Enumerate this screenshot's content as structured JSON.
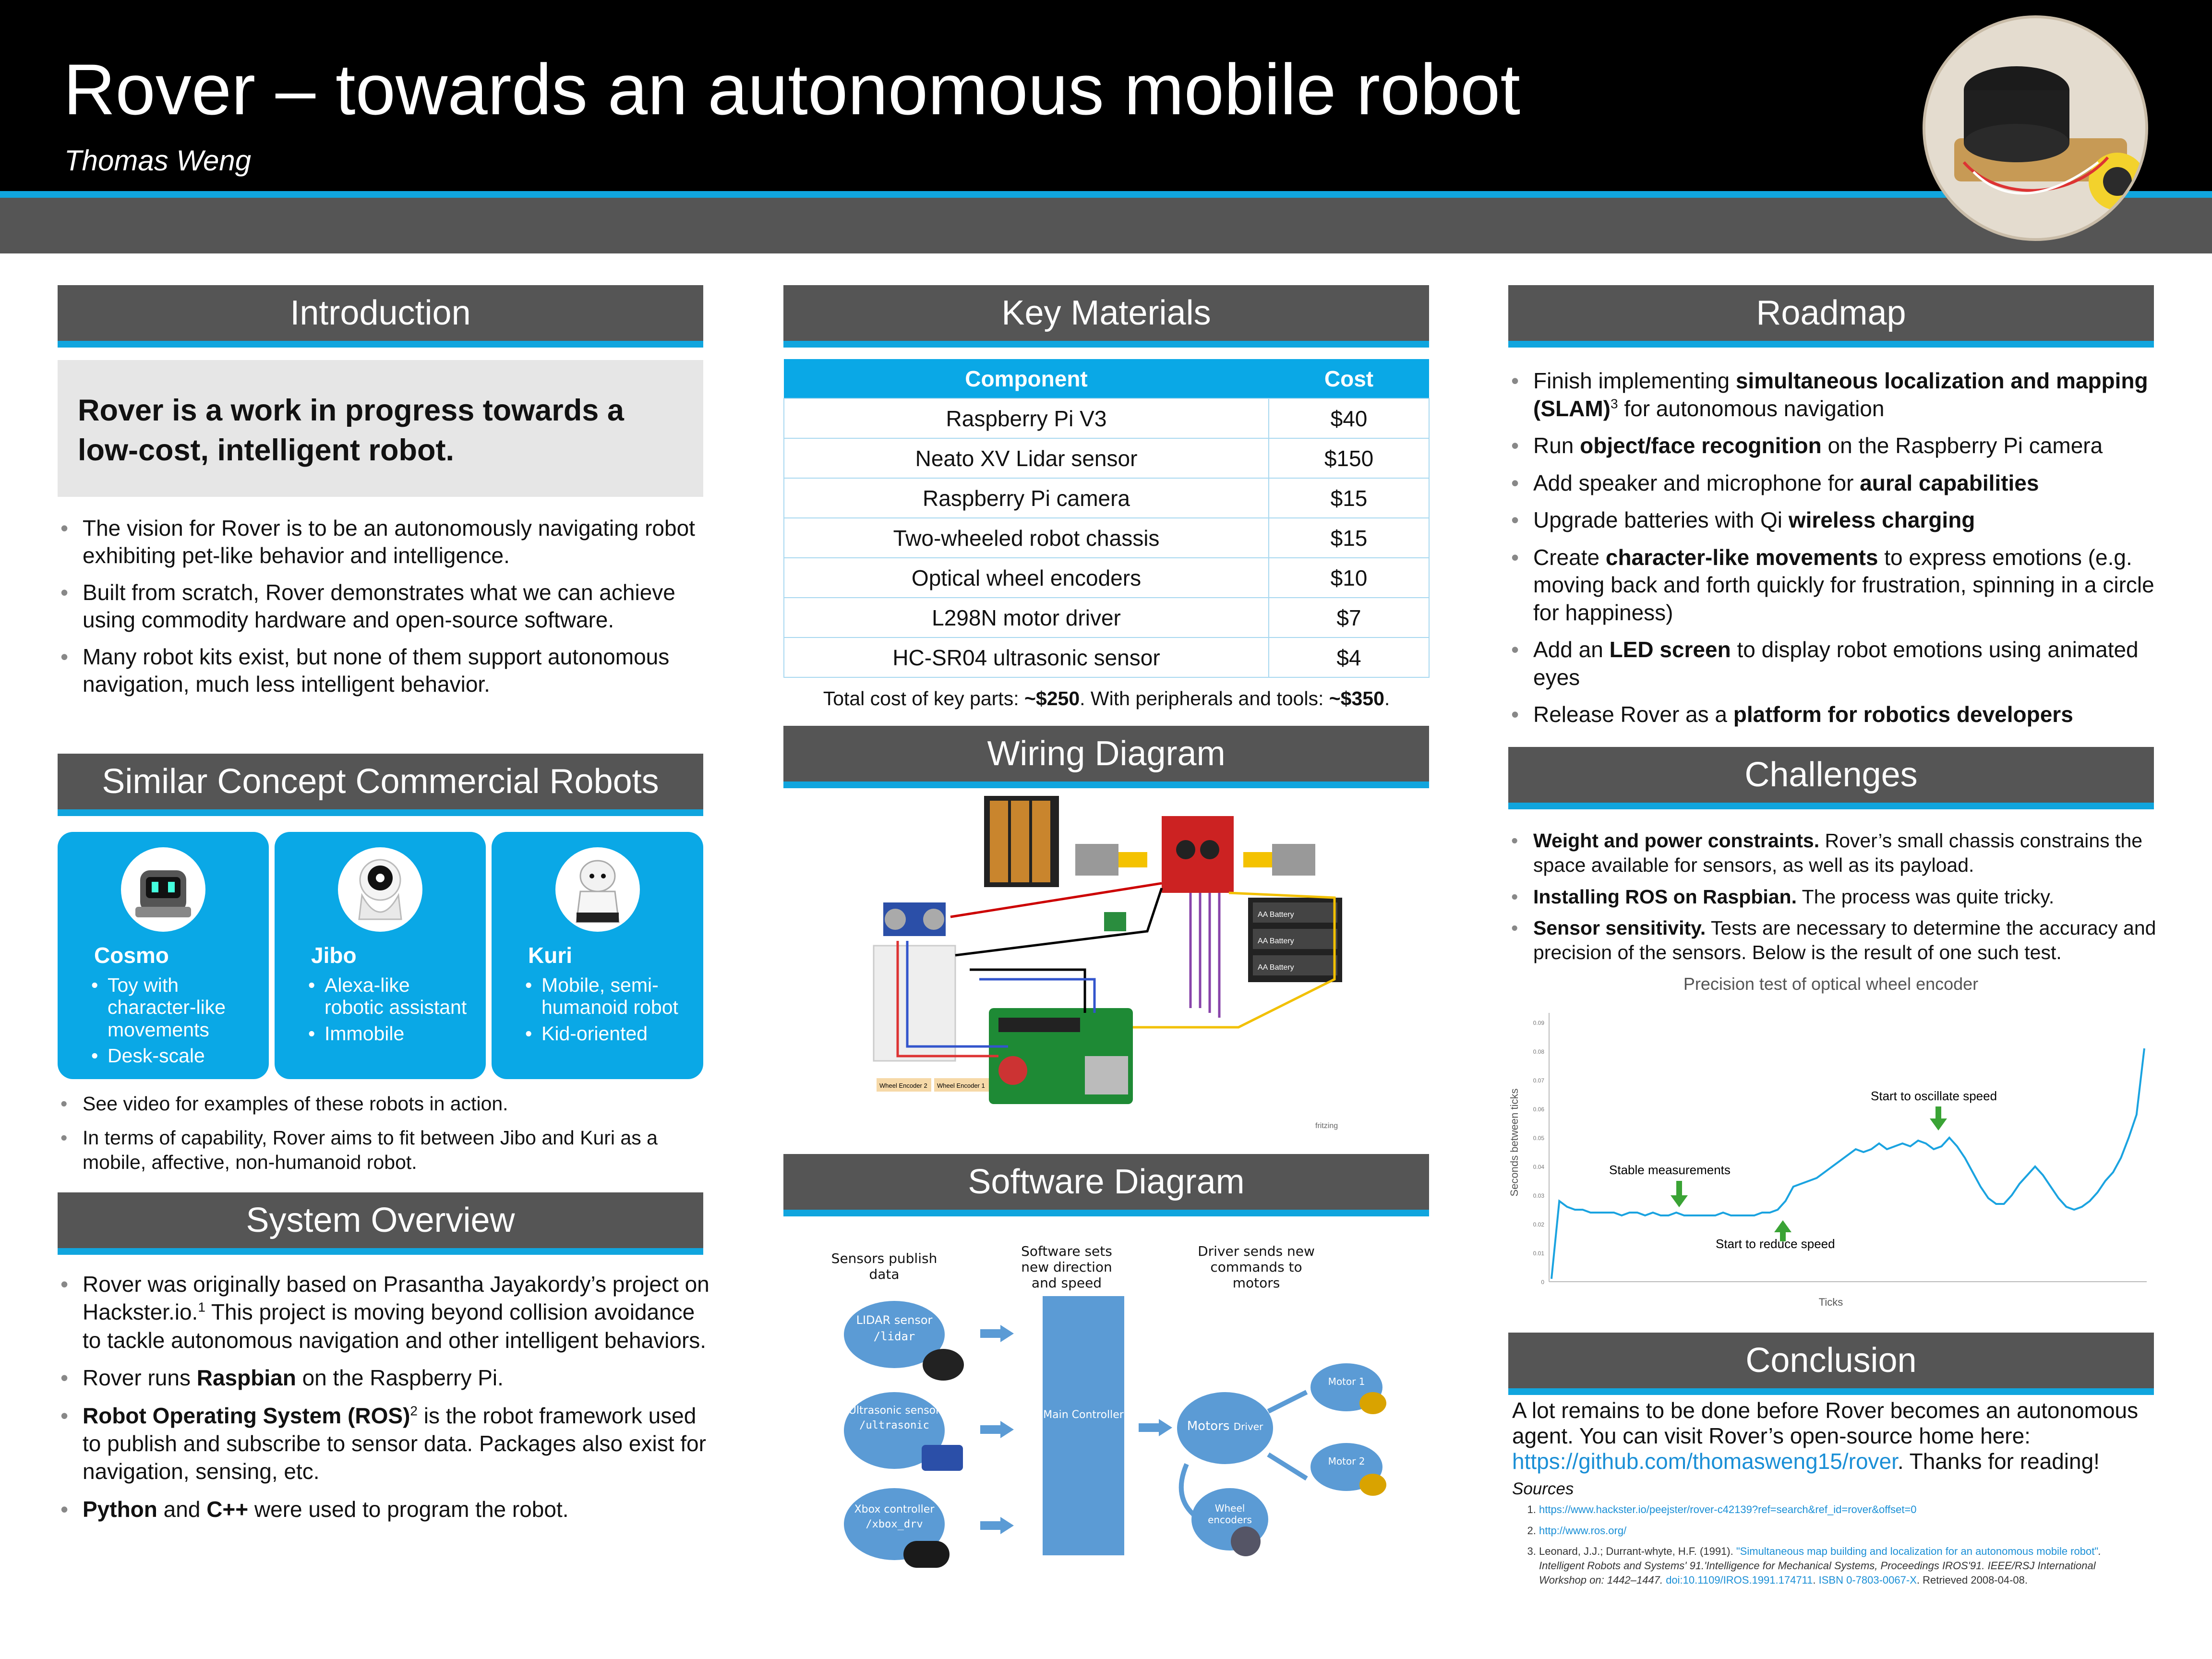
{
  "header": {
    "title": "Rover – towards an autonomous mobile robot",
    "author": "Thomas Weng"
  },
  "intro": {
    "heading": "Introduction",
    "lead": "Rover is a work in progress towards a low-cost, intelligent robot.",
    "bullets": [
      "The vision for Rover is to be an autonomously navigating robot exhibiting pet-like behavior and intelligence.",
      "Built from scratch, Rover demonstrates what we can achieve using commodity hardware and open-source software.",
      "Many robot kits exist, but none of them support autonomous navigation, much less intelligent behavior."
    ]
  },
  "similar": {
    "heading": "Similar Concept Commercial Robots",
    "cards": [
      {
        "name": "Cosmo",
        "bullets": [
          "Toy with character-like movements",
          "Desk-scale"
        ]
      },
      {
        "name": "Jibo",
        "bullets": [
          "Alexa-like robotic assistant",
          "Immobile"
        ]
      },
      {
        "name": "Kuri",
        "bullets": [
          "Mobile, semi-humanoid robot",
          "Kid-oriented"
        ]
      }
    ],
    "bullets": [
      "See video for examples of these robots in action.",
      "In terms of capability, Rover aims to fit between Jibo and Kuri as a mobile, affective, non-humanoid robot."
    ]
  },
  "system": {
    "heading": "System Overview",
    "b1_pre": "Rover was originally based on Prasantha Jayakordy’s project on Hackster.io.",
    "b1_sup": "1",
    "b1_post": " This project is moving beyond collision avoidance to tackle autonomous navigation and other intelligent behaviors.",
    "b2_pre": "Rover runs ",
    "b2_bold": "Raspbian",
    "b2_post": " on the Raspberry Pi.",
    "b3_bold": "Robot Operating System (ROS)",
    "b3_sup": "2",
    "b3_post": " is the robot framework used to publish and subscribe to sensor data. Packages also exist for navigation, sensing, etc.",
    "b4_bold1": "Python",
    "b4_mid": " and ",
    "b4_bold2": "C++",
    "b4_post": " were used to program the robot."
  },
  "materials": {
    "heading": "Key Materials",
    "col1": "Component",
    "col2": "Cost",
    "rows": [
      [
        "Raspberry Pi V3",
        "$40"
      ],
      [
        "Neato XV Lidar sensor",
        "$150"
      ],
      [
        "Raspberry Pi camera",
        "$15"
      ],
      [
        "Two-wheeled robot chassis",
        "$15"
      ],
      [
        "Optical wheel encoders",
        "$10"
      ],
      [
        "L298N motor driver",
        "$7"
      ],
      [
        "HC-SR04 ultrasonic sensor",
        "$4"
      ]
    ],
    "total_pre": "Total cost of key parts: ",
    "total_bold1": "~$250",
    "total_mid": ". With peripherals and tools: ",
    "total_bold2": "~$350",
    "total_post": "."
  },
  "wiring": {
    "heading": "Wiring Diagram",
    "battery1": "AA Battery",
    "battery2": "AA Battery",
    "battery3": "AA Battery",
    "enc1": "Wheel Encoder 2",
    "enc2": "Wheel Encoder 1",
    "credit": "fritzing"
  },
  "software": {
    "heading": "Software Diagram",
    "col1": "Sensors publish data",
    "col2": "Software sets new direction and speed",
    "col3": "Driver sends new commands to motors",
    "lidar": "LIDAR sensor",
    "lidar_topic": "/lidar",
    "ultra": "Ultrasonic sensor",
    "ultra_topic": "/ultrasonic",
    "xbox": "Xbox controller",
    "xbox_topic": "/xbox_drv",
    "main": "Main Controller",
    "motors": "Motors",
    "driver": "Driver",
    "motor1": "Motor 1",
    "motor2": "Motor 2",
    "wheel": "Wheel encoders"
  },
  "roadmap": {
    "heading": "Roadmap"
  },
  "challenges": {
    "heading": "Challenges",
    "c1_bold": "Weight and power constraints.",
    "c1": " Rover’s small chassis constrains the space available for sensors, as well as its payload.",
    "c2_bold": "Installing ROS on Raspbian.",
    "c2": " The process was quite tricky.",
    "c3_bold": "Sensor sensitivity.",
    "c3": " Tests are necessary to determine the accuracy and precision of the sensors. Below is the result of one such test."
  },
  "chart_data": {
    "type": "line",
    "title": "Precision test of optical wheel encoder",
    "xlabel": "Ticks",
    "ylabel": "Seconds between ticks",
    "ylim": [
      0,
      0.09
    ],
    "yticks": [
      "0",
      "0.01",
      "0.02",
      "0.03",
      "0.04",
      "0.05",
      "0.06",
      "0.07",
      "0.08",
      "0.09"
    ],
    "annotations": [
      "Stable measurements",
      "Start to reduce speed",
      "Start to oscillate speed"
    ],
    "series": [
      {
        "values": [
          0.001,
          0.028,
          0.026,
          0.025,
          0.025,
          0.024,
          0.024,
          0.024,
          0.024,
          0.023,
          0.024,
          0.024,
          0.023,
          0.024,
          0.023,
          0.023,
          0.024,
          0.023,
          0.023,
          0.023,
          0.023,
          0.023,
          0.024,
          0.023,
          0.023,
          0.023,
          0.023,
          0.024,
          0.024,
          0.025,
          0.028,
          0.033,
          0.034,
          0.035,
          0.036,
          0.038,
          0.04,
          0.042,
          0.044,
          0.046,
          0.045,
          0.046,
          0.048,
          0.046,
          0.047,
          0.048,
          0.047,
          0.049,
          0.048,
          0.046,
          0.047,
          0.05,
          0.047,
          0.043,
          0.038,
          0.033,
          0.029,
          0.027,
          0.027,
          0.03,
          0.034,
          0.037,
          0.04,
          0.037,
          0.033,
          0.029,
          0.026,
          0.025,
          0.026,
          0.028,
          0.031,
          0.035,
          0.038,
          0.043,
          0.05,
          0.058,
          0.081
        ]
      }
    ]
  },
  "conclusion": {
    "heading": "Conclusion",
    "text": "A lot remains to be done before Rover becomes an autonomous agent. You can visit Rover’s open-source home here: ",
    "link": "https://github.com/thomasweng15/rover",
    "thanks": ". Thanks for reading!",
    "sources_title": "Sources",
    "s1": "https://www.hackster.io/peejster/rover-c42139?ref=search&ref_id=rover&offset=0",
    "s2": "http://www.ros.org/",
    "s3_pre": "Leonard, J.J.; Durrant-whyte, H.F. (1991). ",
    "s3_link": "\"Simultaneous map building and localization for an autonomous mobile robot\"",
    "s3_post": ". Intelligent Robots and Systems' 91.'Intelligence for Mechanical Systems, Proceedings IROS'91. IEEE/RSJ International Workshop on: 1442–1447. ",
    "s3_doi": "doi:10.1109/IROS.1991.174711",
    "s3_isbn": "ISBN 0-7803-0067-X",
    "s3_end": ". Retrieved 2008-04-08."
  }
}
